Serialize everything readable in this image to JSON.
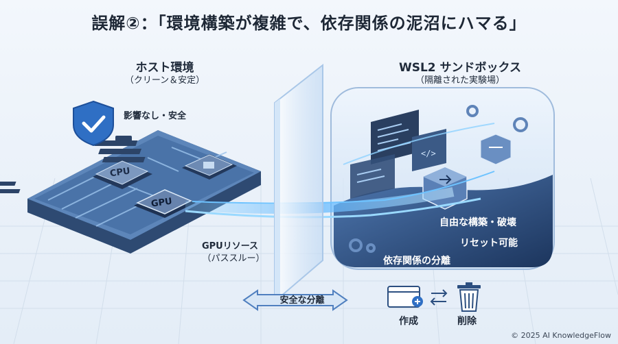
{
  "title": "誤解②：「環境構築が複雑で、依存関係の泥沼にハマる」",
  "host": {
    "title": "ホスト環境",
    "subtitle": "（クリーン＆安定）",
    "safety_label": "影響なし・安全",
    "cpu_label": "CPU",
    "gpu_chip_label": "GPU"
  },
  "gpu_passthrough": {
    "label": "GPUリソース",
    "sublabel": "（パススルー）"
  },
  "wsl": {
    "title": "WSL2 サンドボックス",
    "subtitle": "（隔離された実験場）",
    "features": [
      "自由な構築・破壊",
      "リセット可能",
      "依存関係の分離"
    ]
  },
  "separation_label": "安全な分離",
  "actions": {
    "create_label": "作成",
    "delete_label": "削除"
  },
  "copyright": "© 2025 AI KnowledgeFlow",
  "icons": [
    "shield-check-icon",
    "cpu-chip-icon",
    "gpu-chip-icon",
    "terminal-window-icon",
    "code-window-icon",
    "package-box-icon",
    "gear-icon",
    "create-window-icon",
    "swap-arrows-icon",
    "trash-icon",
    "double-arrow-icon"
  ],
  "colors": {
    "accent": "#2f6fc4",
    "glass": "#cfe3f7",
    "board": "#3d5f8e",
    "sandbox_dark": "#1f3b66"
  }
}
